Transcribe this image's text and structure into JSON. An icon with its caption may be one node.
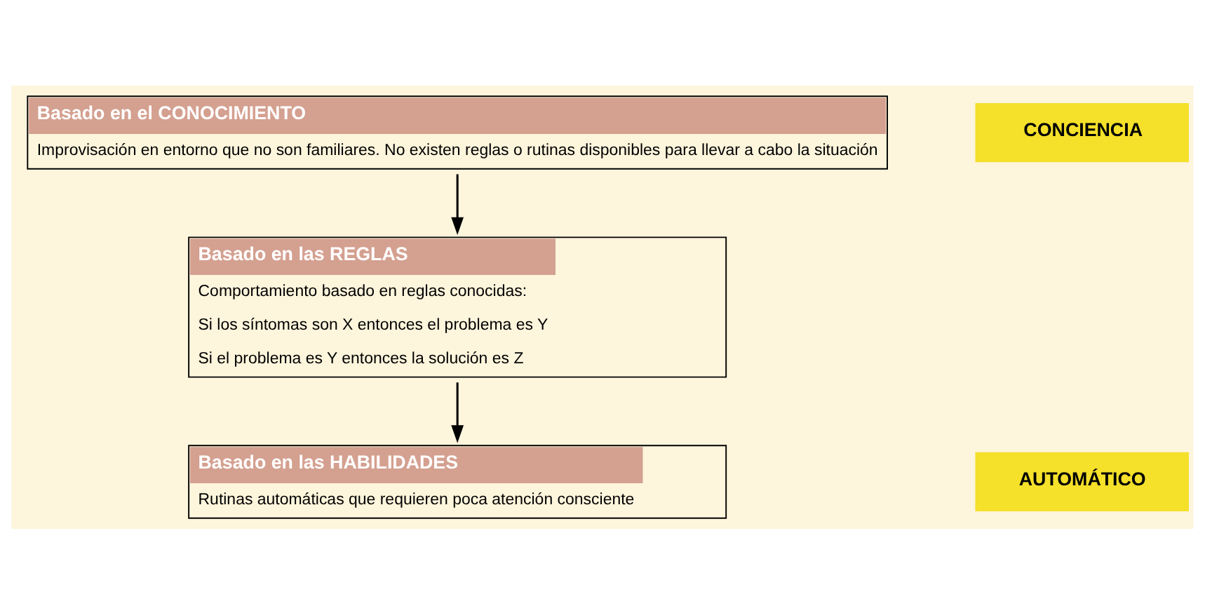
{
  "diagram": {
    "nodes": [
      {
        "text": [
          "Basado en el CONOCIMIENTO",
          "Improvisación en entorno que no son familiares. No existen reglas o rutinas disponibles para llevar a cabo la situación"
        ]
      },
      {
        "text": [
          "Basado en las REGLAS",
          "Comportamiento basado en reglas conocidas:",
          "Si los síntomas son X entonces el problema es Y",
          "Si el problema es Y entonces la solución es Z"
        ]
      },
      {
        "text": [
          "Basado en las HABILIDADES",
          "Rutinas automáticas que requieren poca atención consciente"
        ]
      }
    ],
    "edges": [
      {
        "from": 0,
        "to": 1,
        "arrow": "to"
      },
      {
        "from": 1,
        "to": 2,
        "arrow": "to"
      }
    ],
    "labels": [
      "CONCIENCIA",
      "AUTOMÁTICO"
    ]
  }
}
